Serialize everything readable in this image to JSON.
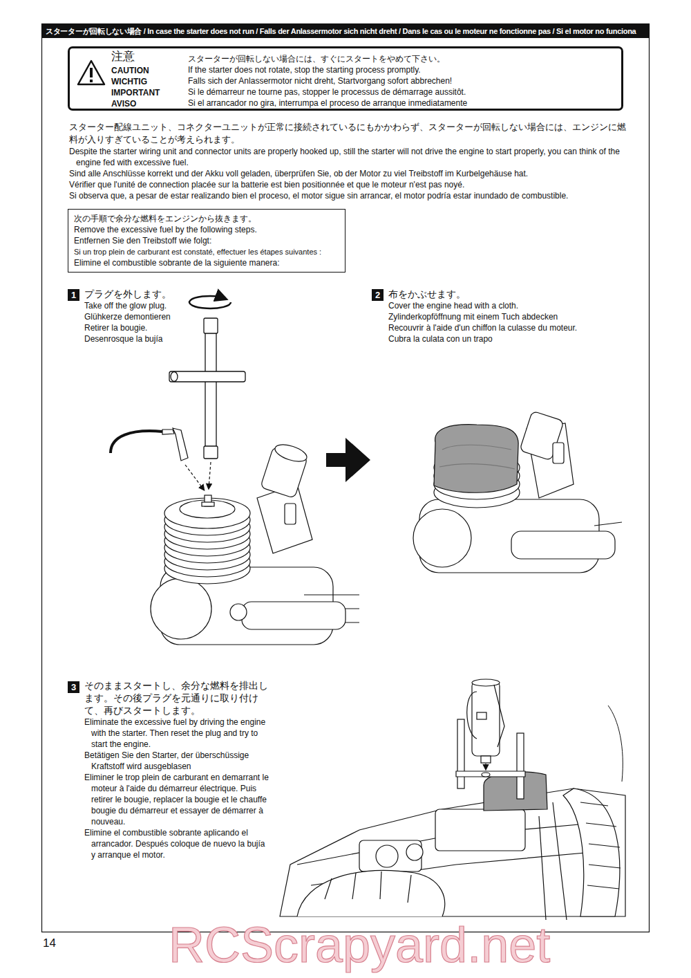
{
  "diagram": {
    "title": "スターターが回転しない場合 / In case the starter does not run / Falls der Anlassermotor sich nicht dreht / Dans le cas ou le moteur ne fonctionne pas / Si el motor no funciona",
    "nodes": [
      {
        "text": [
          "注意",
          "CAUTION",
          "WICHTIG",
          "IMPORTANT",
          "AVISO",
          "スターターが回転しない場合には、すぐにスタートをやめて下さい。",
          "If the starter does not rotate, stop the starting process promptly.",
          "Falls sich der Anlassermotor nicht dreht, Startvorgang sofort abbrechen!",
          "Si le démarreur ne tourne pas, stopper le processus de démarrage aussitôt.",
          "Si el arrancador no gira, interrumpa el proceso de arranque inmediatamente"
        ]
      },
      {
        "text": [
          "次の手順で余分な燃料をエンジンから抜きます。",
          "Remove the excessive fuel by the following steps.",
          "Entfernen Sie den Treibstoff wie folgt:",
          "Si un trop plein de carburant est constaté, effectuer les étapes suivantes :",
          "Elimine el combustible sobrante de la siguiente manera:"
        ]
      }
    ],
    "labels": [
      "スターター配線ユニット、コネクターユニットが正常に接続されているにもかかわらず、スターターが回転しない場合には、エンジンに燃料が入りすぎていることが考えられます。",
      "Despite the starter wiring unit and connector units are properly hooked up, still the starter will not drive the engine to start properly, you can think of the engine fed with excessive fuel.",
      "Sind alle Anschlüsse korrekt und der Akku voll geladen, überprüfen Sie, ob der Motor zu viel Treibstoff im Kurbelgehäuse hat.",
      "Vérifier que l'unité de connection placée sur la batterie est bien positionnée et que le moteur n'est pas noyé.",
      "Si observa que, a pesar de estar realizando bien el proceso, el motor sigue sin arrancar, el motor podría estar inundado de combustible.",
      "1",
      "プラグを外します。",
      "Take off the glow plug.",
      "Glühkerze demontieren",
      "Retirer la bougie.",
      "Desenrosque la bujía",
      "2",
      "布をかぶせます。",
      "Cover the engine head with a cloth.",
      "Zylinderkopföffnung mit einem Tuch abdecken",
      "Recouvrir à l'aide d'un chiffon la culasse du moteur.",
      "Cubra la culata con un trapo",
      "3",
      "そのままスタートし、余分な燃料を排出します。その後プラグを元通りに取り付けて、再びスタートします。",
      "Eliminate the excessive fuel by driving the engine with the starter. Then reset the plug and try to start the engine.",
      "Betätigen Sie den Starter, der überschüssige Kraftstoff wird ausgeblasen",
      "Eliminer le trop plein de carburant en demarrant le moteur à l'aide du démarreur électrique. Puis retirer le bougie, replacer la bougie et le chauffe bougie du démarreur et essayer de démarrer à nouveau.",
      "Elimine el combustible sobrante aplicando el arrancador. Después coloque de nuevo la bujía y arranque el motor.",
      "14",
      "RCScrapyard.net"
    ]
  }
}
